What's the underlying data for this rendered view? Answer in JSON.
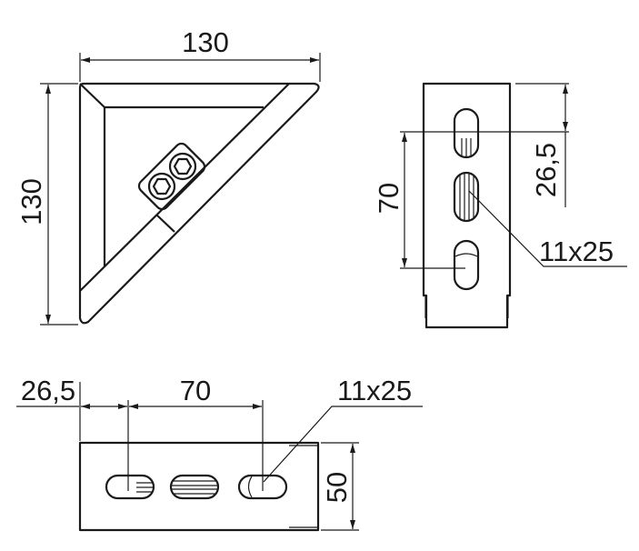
{
  "views": {
    "front": {
      "width_label": "130",
      "height_label": "130"
    },
    "side": {
      "spacing_label": "70",
      "offset_label": "26,5",
      "slot_label": "11x25"
    },
    "top": {
      "offset_label": "26,5",
      "spacing_label": "70",
      "slot_label": "11x25",
      "height_label": "50"
    }
  }
}
